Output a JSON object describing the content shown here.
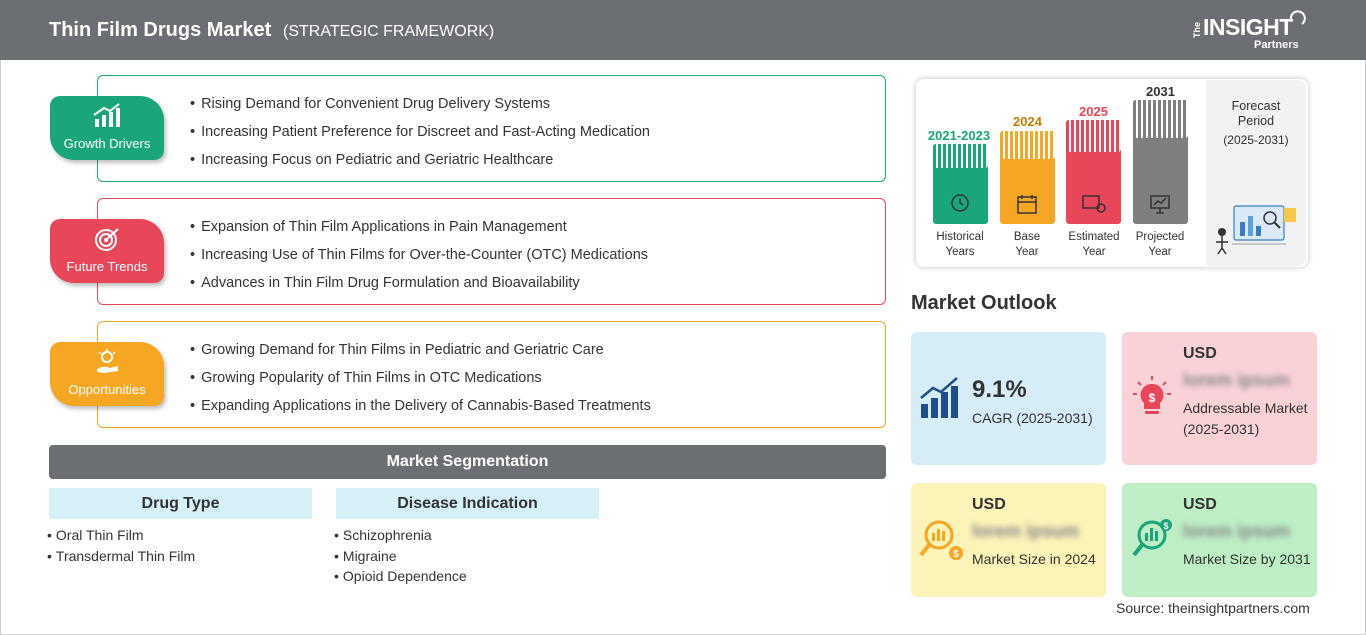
{
  "header": {
    "title": "Thin Film Drugs Market",
    "subtitle": "(STRATEGIC FRAMEWORK)",
    "logo": {
      "the": "The",
      "insight": "INSIGHT",
      "partners": "Partners"
    }
  },
  "framework": {
    "growth_drivers": {
      "label": "Growth Drivers",
      "color": "#1aa57a",
      "items": [
        "Rising Demand for Convenient Drug Delivery Systems",
        "Increasing Patient Preference for Discreet and Fast-Acting Medication",
        "Increasing Focus on Pediatric and Geriatric Healthcare"
      ]
    },
    "future_trends": {
      "label": "Future Trends",
      "color": "#e8475a",
      "items": [
        "Expansion of Thin Film Applications in Pain Management",
        "Increasing Use of Thin Films for Over-the-Counter (OTC) Medications",
        "Advances in Thin Film Drug Formulation and Bioavailability"
      ]
    },
    "opportunities": {
      "label": "Opportunities",
      "color": "#f5a623",
      "items": [
        "Growing Demand for Thin Films in Pediatric and Geriatric Care",
        "Growing Popularity of Thin Films in OTC Medications",
        "Expanding Applications in the Delivery of Cannabis-Based Treatments"
      ]
    }
  },
  "segmentation": {
    "title": "Market Segmentation",
    "drug_type": {
      "heading": "Drug Type",
      "items": [
        "Oral Thin Film",
        "Transdermal Thin Film"
      ]
    },
    "disease_indication": {
      "heading": "Disease Indication",
      "items": [
        "Schizophrenia",
        "Migraine",
        "Opioid Dependence"
      ]
    }
  },
  "timeline": {
    "historical": {
      "year": "2021-2023",
      "caption_1": "Historical",
      "caption_2": "Years",
      "color": "#1aa57a",
      "icon": "history-icon"
    },
    "base": {
      "year": "2024",
      "caption_1": "Base",
      "caption_2": "Year",
      "color": "#f5a623",
      "icon": "calendar-icon"
    },
    "estimated": {
      "year": "2025",
      "caption_1": "Estimated",
      "caption_2": "Year",
      "color": "#e8475a",
      "icon": "estimate-icon"
    },
    "projected": {
      "year": "2031",
      "caption_1": "Projected",
      "caption_2": "Year",
      "color": "#7f7f7f",
      "icon": "presentation-icon"
    },
    "forecast": {
      "title_1": "Forecast",
      "title_2": "Period",
      "period": "(2025-2031)"
    }
  },
  "outlook": {
    "title": "Market Outlook",
    "cagr": {
      "value": "9.1%",
      "label": "CAGR (2025-2031)",
      "color": "#d6ecf7",
      "icon": "growth-chart-icon"
    },
    "addressable": {
      "currency": "USD",
      "value": "lorem ipsum",
      "label": "Addressable Market (2025-2031)",
      "color": "#f9d2d8",
      "icon": "money-bulb-icon"
    },
    "size_2024": {
      "currency": "USD",
      "value": "lorem ipsum",
      "label": "Market Size in 2024",
      "color": "#fbf3b8",
      "icon": "dollar-search-icon"
    },
    "size_2031": {
      "currency": "USD",
      "value": "lorem ipsum",
      "label": "Market Size by 2031",
      "color": "#bdeec5",
      "icon": "dollar-chart-icon"
    }
  },
  "source": "Source: theinsightpartners.com"
}
